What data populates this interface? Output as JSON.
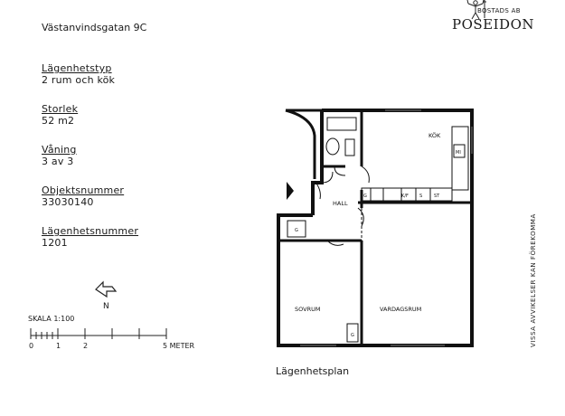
{
  "address": "Västanvindsgatan 9C",
  "logo": {
    "top_text": "BOSTADS AB",
    "main_text": "POSEIDON",
    "icon": "poseidon-figure-icon"
  },
  "info": [
    {
      "label": "Lägenhetstyp",
      "value": "2 rum och kök"
    },
    {
      "label": "Storlek",
      "value": "52 m2"
    },
    {
      "label": "Våning",
      "value": "3 av 3"
    },
    {
      "label": "Objektsnummer",
      "value": "33030140"
    },
    {
      "label": "Lägenhetsnummer",
      "value": "1201"
    }
  ],
  "compass": {
    "label": "N",
    "icon": "north-arrow-icon"
  },
  "scale": {
    "label": "SKALA 1:100",
    "ticks": [
      "0",
      "1",
      "2",
      "5 METER"
    ]
  },
  "plan": {
    "title": "Lägenhetsplan",
    "rooms": {
      "kok": "KÖK",
      "hall": "HALL",
      "sovrum": "SOVRUM",
      "vardagsrum": "VARDAGSRUM"
    },
    "fixtures": {
      "wardrobe": "G",
      "fridge": "K/F",
      "sink": "S",
      "stove": "ST",
      "microwave": "MI"
    }
  },
  "side_note": "VISSA AVVIKELSER KAN FÖREKOMMA"
}
